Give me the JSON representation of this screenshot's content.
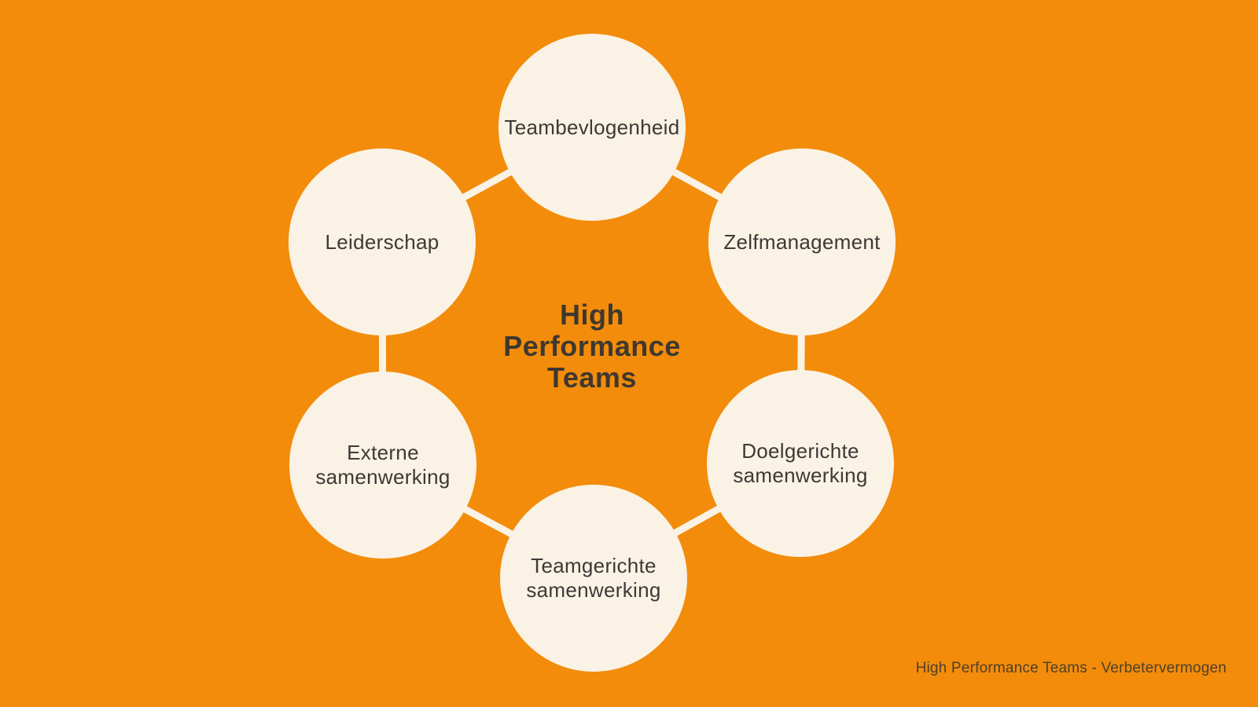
{
  "diagram": {
    "title": "High\nPerformance\nTeams",
    "nodes": [
      {
        "id": "teambevlogenheid",
        "label": "Teambevlogenheid"
      },
      {
        "id": "zelfmanagement",
        "label": "Zelfmanagement"
      },
      {
        "id": "doelgerichte-samenwerking",
        "label": "Doelgerichte\nsamenwerking"
      },
      {
        "id": "teamgerichte-samenwerking",
        "label": "Teamgerichte\nsamenwerking"
      },
      {
        "id": "externe-samenwerking",
        "label": "Externe\nsamenwerking"
      },
      {
        "id": "leiderschap",
        "label": "Leiderschap"
      }
    ],
    "footer": "High Performance Teams - Verbetervermogen",
    "colors": {
      "background": "#F28C0A",
      "circle_fill": "#FAF2E4",
      "connector": "#FAF2E4",
      "node_text": "#3C3A37",
      "title_text": "#3E382F",
      "footer_text": "#4E3F2A"
    }
  }
}
